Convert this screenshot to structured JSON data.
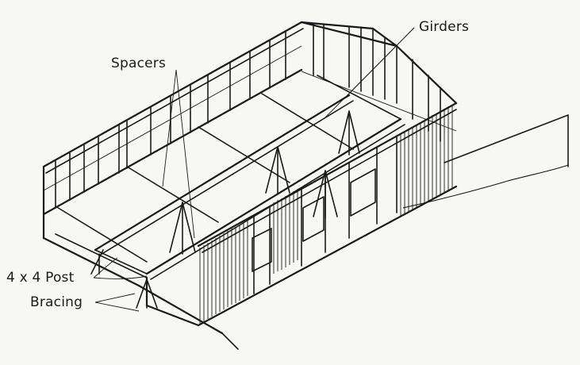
{
  "labels": {
    "girders": "Girders",
    "spacers": "Spacers",
    "post": "4 x 4 Post",
    "bracing": "Bracing"
  },
  "colors": {
    "paper": "#f7f7f4",
    "ink": "#1a1a1a"
  }
}
